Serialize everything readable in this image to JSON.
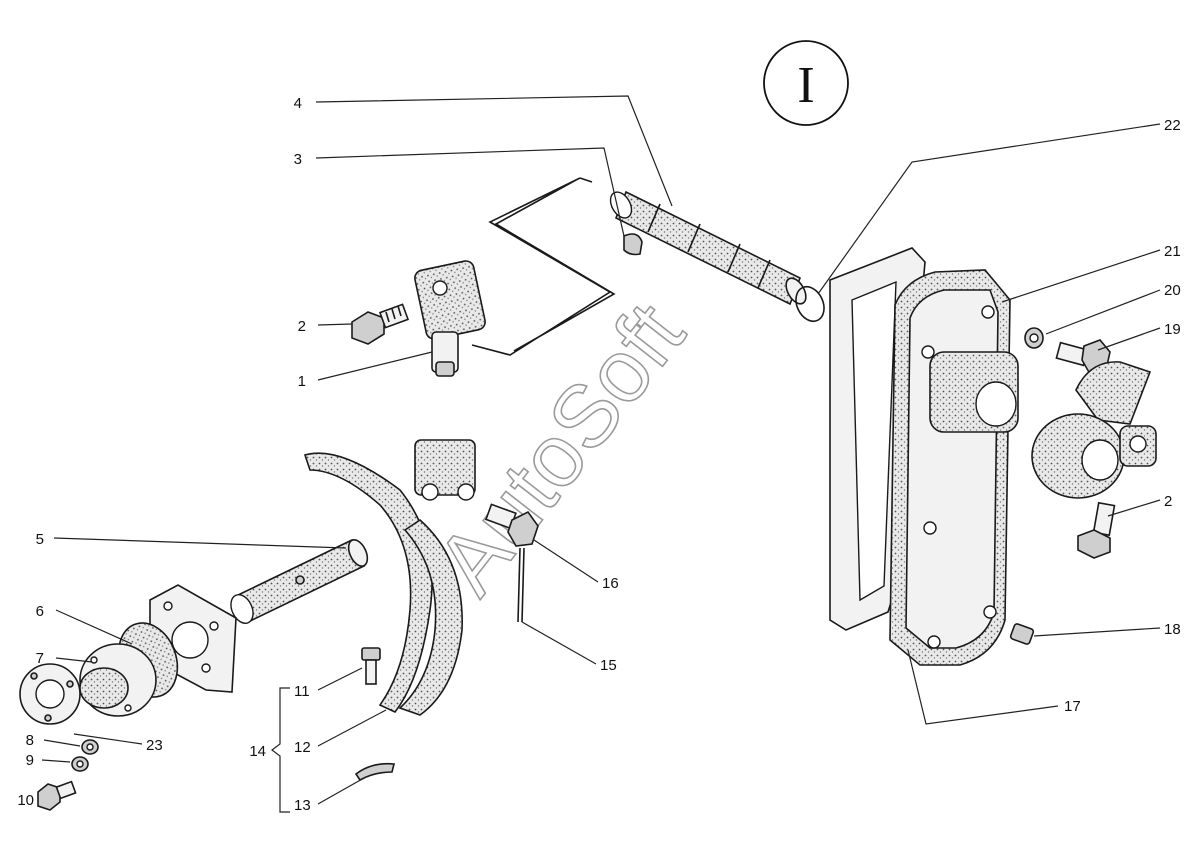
{
  "diagram": {
    "section_marker": "I",
    "watermark": "AutoSoft",
    "bracket_label": "14",
    "labels": [
      "1",
      "2",
      "3",
      "4",
      "5",
      "6",
      "7",
      "8",
      "9",
      "10",
      "11",
      "12",
      "13",
      "15",
      "16",
      "17",
      "18",
      "19",
      "20",
      "21",
      "22",
      "23"
    ],
    "label_right_2": "2"
  }
}
